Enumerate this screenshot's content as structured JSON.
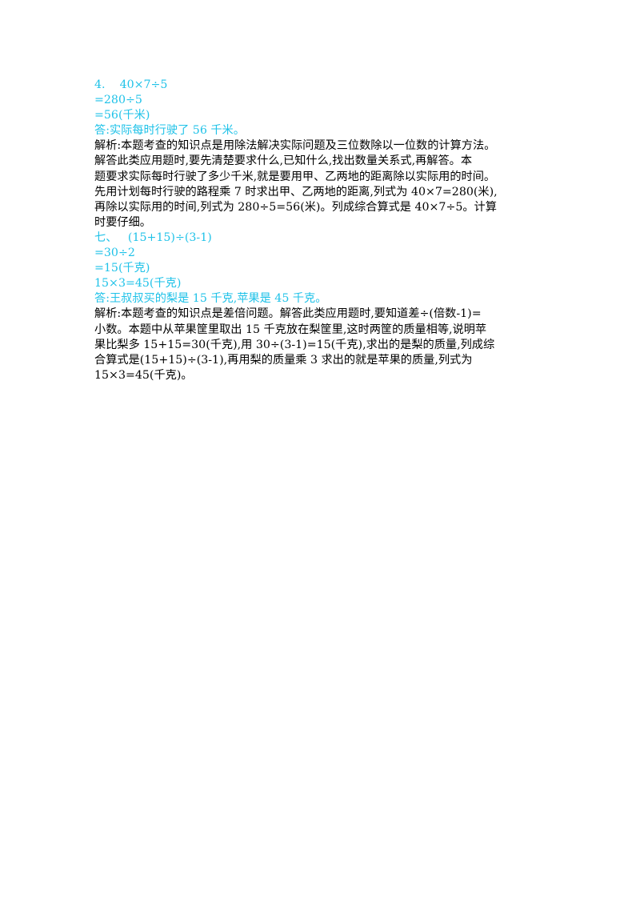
{
  "q4": {
    "lines": [
      "4.    40×7÷5",
      "=280÷5",
      "=56(千米)",
      "答:实际每时行驶了 56 千米。"
    ],
    "analysis": [
      "解析:本题考查的知识点是用除法解决实际问题及三位数除以一位数的计算方法。",
      "解答此类应用题时,要先清楚要求什么,已知什么,找出数量关系式,再解答。本",
      "题要求实际每时行驶了多少千米,就是要用甲、乙两地的距离除以实际用的时间。",
      "先用计划每时行驶的路程乘 7 时求出甲、乙两地的距离,列式为 40×7=280(米),",
      "再除以实际用的时间,列式为 280÷5=56(米)。列成综合算式是 40×7÷5。计算",
      "时要仔细。"
    ]
  },
  "q7": {
    "lines": [
      "七、   (15+15)÷(3-1)",
      "=30÷2",
      "=15(千克)",
      "15×3=45(千克)",
      "答:王叔叔买的梨是 15 千克,苹果是 45 千克。"
    ],
    "analysis": [
      "解析:本题考查的知识点是差倍问题。解答此类应用题时,要知道差÷(倍数-1)=",
      "小数。本题中从苹果筐里取出 15 千克放在梨筐里,这时两筐的质量相等,说明苹",
      "果比梨多 15+15=30(千克),用 30÷(3-1)=15(千克),求出的是梨的质量,列成综",
      "合算式是(15+15)÷(3-1),再用梨的质量乘 3 求出的就是苹果的质量,列式为",
      "15×3=45(千克)。"
    ]
  },
  "colors": {
    "answer": "#1fc2e8",
    "analysis": "#000000"
  }
}
